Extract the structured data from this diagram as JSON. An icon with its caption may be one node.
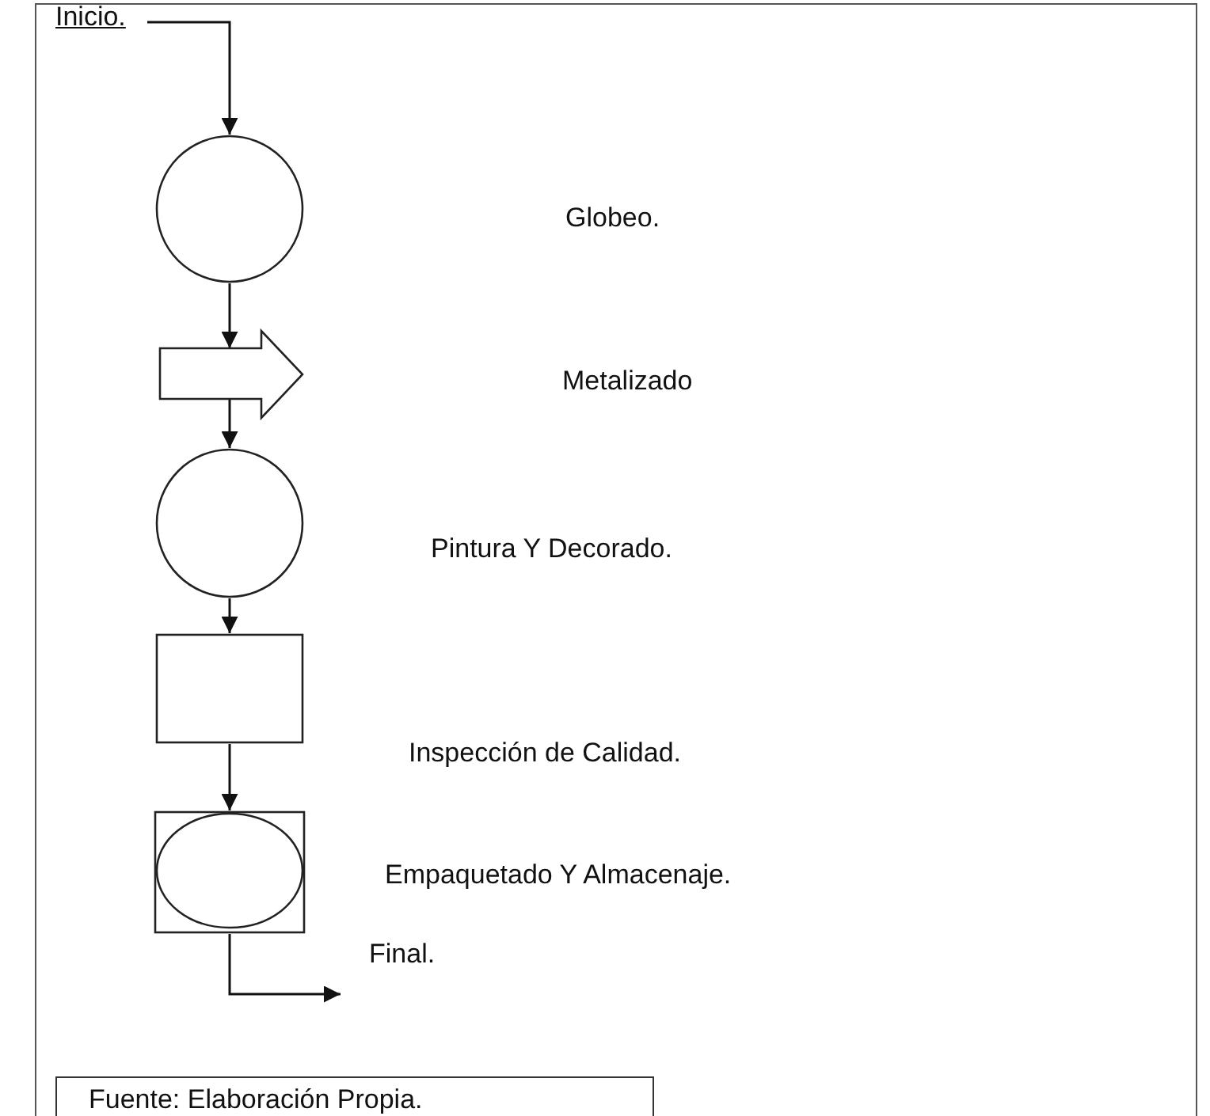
{
  "diagram": {
    "nodes": [
      {
        "text": [
          "Inicio."
        ]
      },
      {
        "text": [],
        "shape": "circle"
      },
      {
        "text": [],
        "shape": "arrow"
      },
      {
        "text": [],
        "shape": "circle"
      },
      {
        "text": [],
        "shape": "box"
      },
      {
        "text": [],
        "shape": "box"
      },
      {
        "text": [
          "Final."
        ]
      },
      {
        "text": [
          "Fuente: Elaboración Propia."
        ]
      }
    ],
    "edges": [
      {
        "from": 0,
        "to": 1,
        "arrow": "to"
      },
      {
        "from": 1,
        "to": 2,
        "arrow": "to"
      },
      {
        "from": 2,
        "to": 3,
        "arrow": "to"
      },
      {
        "from": 3,
        "to": 4,
        "arrow": "to"
      },
      {
        "from": 4,
        "to": 5,
        "arrow": "to"
      },
      {
        "from": 5,
        "to": 6,
        "arrow": "to"
      }
    ],
    "labels": [
      "Globeo.",
      "Metalizado",
      "Pintura Y Decorado.",
      "Inspección de Calidad.",
      "Empaquetado Y Almacenaje."
    ]
  }
}
